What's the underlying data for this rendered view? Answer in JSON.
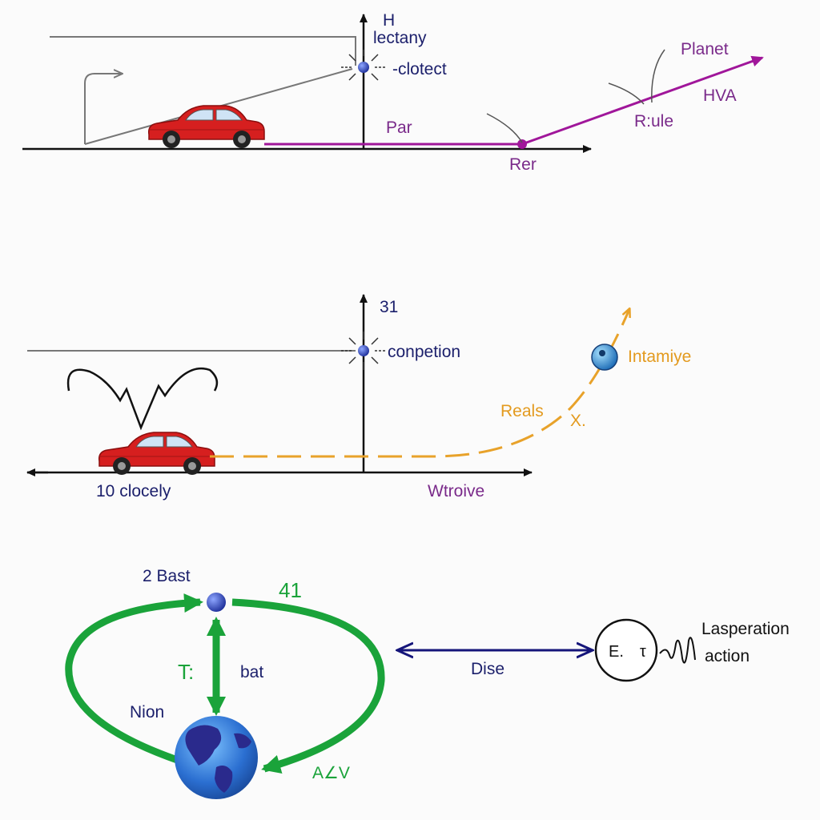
{
  "colors": {
    "axis": "#111111",
    "guide": "#777777",
    "car": "#d61f1f",
    "car_dark": "#8a0e0e",
    "path_magenta": "#a0169a",
    "path_orange": "#e8a22a",
    "label_navy": "#1b1f6b",
    "label_purple": "#7a2a8a",
    "label_orange": "#e39a1e",
    "cycle_green": "#1aa33a",
    "dise_arrow": "#15157a",
    "node_blue": "#2a3fb5",
    "earth_ocean": "#2b6fd1",
    "earth_land": "#2a2a8c"
  },
  "panel1": {
    "axis_label": "H",
    "star_label_top": "lectany",
    "star_label": "-clotect",
    "path_label": "Par",
    "point_label": "Rer",
    "curve_label": "R:ule",
    "planet_label": "Planet",
    "arrow_label": "HVA"
  },
  "panel2": {
    "axis_label": "31",
    "star_label": "conpetion",
    "planet_label": "Intamiye",
    "curve_label": "Reals",
    "x_mark": "X.",
    "car_label": "10 clocely",
    "axis_label_right": "Wtroive"
  },
  "panel3": {
    "top_node_label": "2 Bast",
    "cycle_top_label": "41",
    "vertical_label_left": "T:",
    "vertical_label_right": "bat",
    "left_label": "Nion",
    "bottom_label": "A∠V",
    "dise_label": "Dise",
    "circle_text": "E.　τ",
    "side_line1": "Lasperation",
    "side_line2": "action"
  }
}
